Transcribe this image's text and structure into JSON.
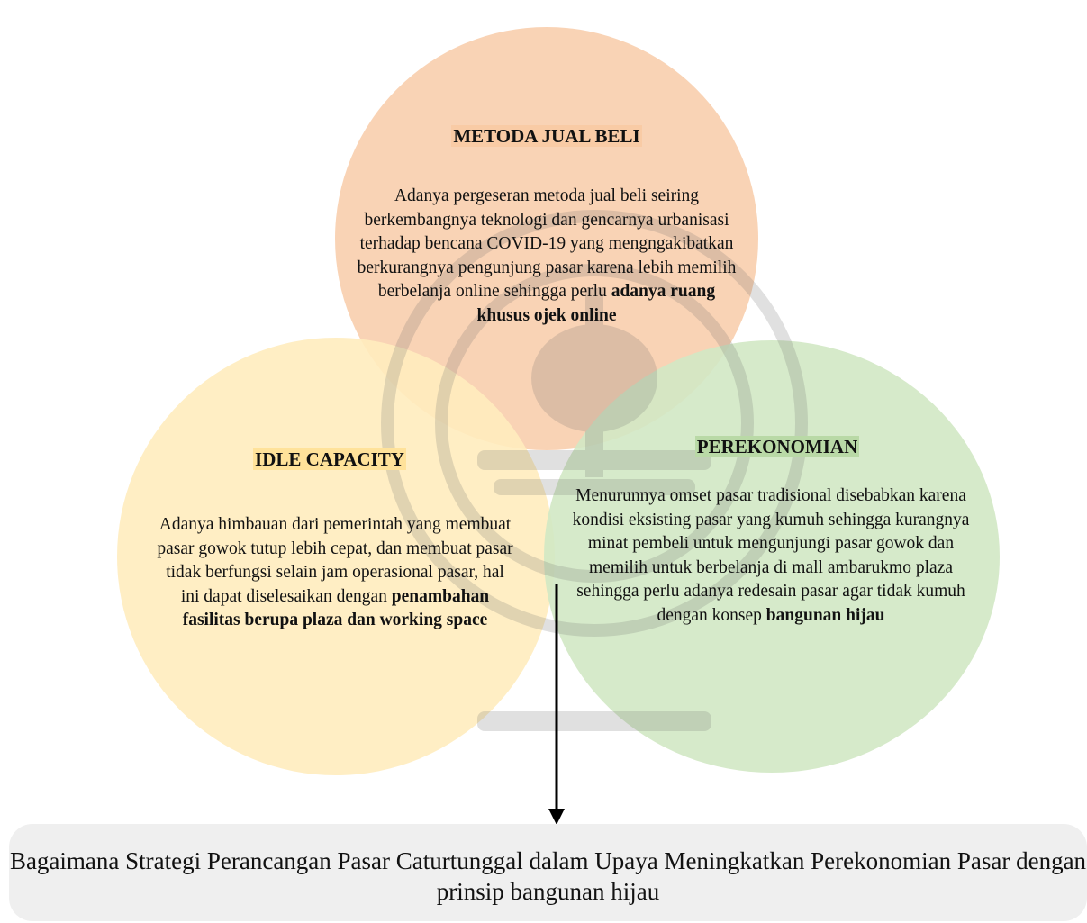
{
  "circles": {
    "top": {
      "title": "METODA JUAL BELI",
      "text": "Adanya pergeseran metoda jual beli seiring berkembangnya teknologi dan gencarnya urbanisasi terhadap bencana COVID-19 yang mengngakibatkan berkurangnya pengunjung pasar karena lebih memilih berbelanja online sehingga perlu ",
      "emphasis": "adanya ruang khusus ojek online",
      "color": "#f8cba8"
    },
    "left": {
      "title": "IDLE CAPACITY",
      "text": "Adanya himbauan dari pemerintah yang membuat pasar gowok tutup lebih cepat, dan membuat pasar tidak berfungsi selain jam operasional pasar, hal ini dapat diselesaikan dengan ",
      "emphasis": "penambahan fasilitas berupa plaza dan working space",
      "color": "#ffecbe"
    },
    "right": {
      "title": "PEREKONOMIAN",
      "text": "Menurunnya omset pasar tradisional disebabkan karena kondisi eksisting pasar yang kumuh sehingga kurangnya minat pembeli untuk mengunjungi pasar gowok dan memilih untuk berbelanja di mall ambarukmo plaza sehingga perlu adanya redesain pasar agar tidak kumuh dengan konsep ",
      "emphasis": "bangunan hijau",
      "color": "#d2e8c4"
    }
  },
  "conclusion": {
    "text": "Bagaimana Strategi Perancangan Pasar Caturtunggal dalam Upaya Meningkatkan Perekonomian Pasar dengan prinsip bangunan hijau"
  }
}
